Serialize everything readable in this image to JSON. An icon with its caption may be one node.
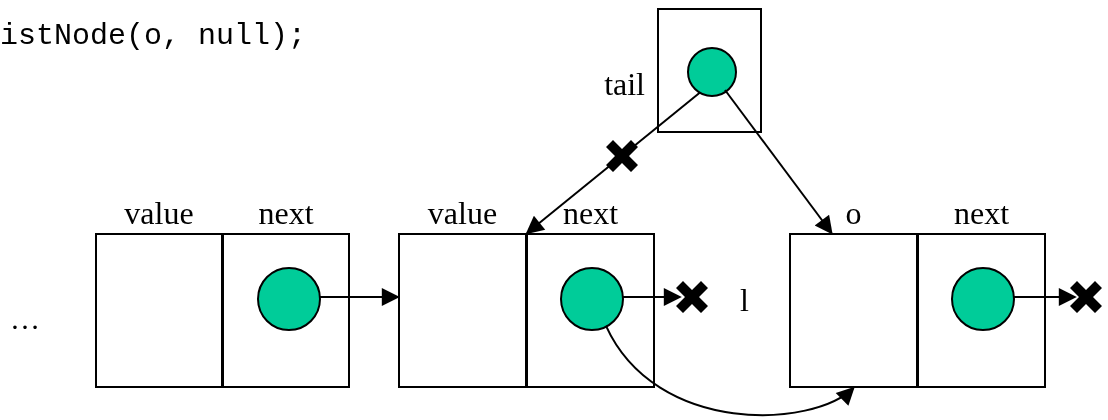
{
  "diagram": {
    "nodes": [
      {
        "text": [],
        "shape": "box",
        "beside": [
          "tail"
        ]
      },
      {
        "text": [],
        "shape": "circle",
        "in": 0
      },
      {
        "text": [
          "value"
        ]
      },
      {
        "text": [
          "next"
        ]
      },
      {
        "text": [],
        "shape": "circle",
        "in": 3
      },
      {
        "text": [
          "value"
        ]
      },
      {
        "text": [
          "next"
        ]
      },
      {
        "text": [],
        "shape": "circle",
        "in": 6
      },
      {
        "text": [
          "o"
        ]
      },
      {
        "text": [
          "next"
        ]
      },
      {
        "text": [],
        "shape": "circle",
        "in": 9
      }
    ],
    "edges": [
      {
        "from": 1,
        "to": 5,
        "arrow": "to"
      },
      {
        "from": 1,
        "to": 8,
        "arrow": "to"
      },
      {
        "from": 4,
        "to": 5,
        "arrow": "to"
      },
      {
        "from": 7,
        "to": null,
        "arrow": "to"
      },
      {
        "from": 7,
        "to": 8,
        "arrow": "to"
      },
      {
        "from": 10,
        "to": null,
        "arrow": "to"
      }
    ],
    "labels": [
      "istNode(o, null);",
      "…",
      "l"
    ]
  }
}
